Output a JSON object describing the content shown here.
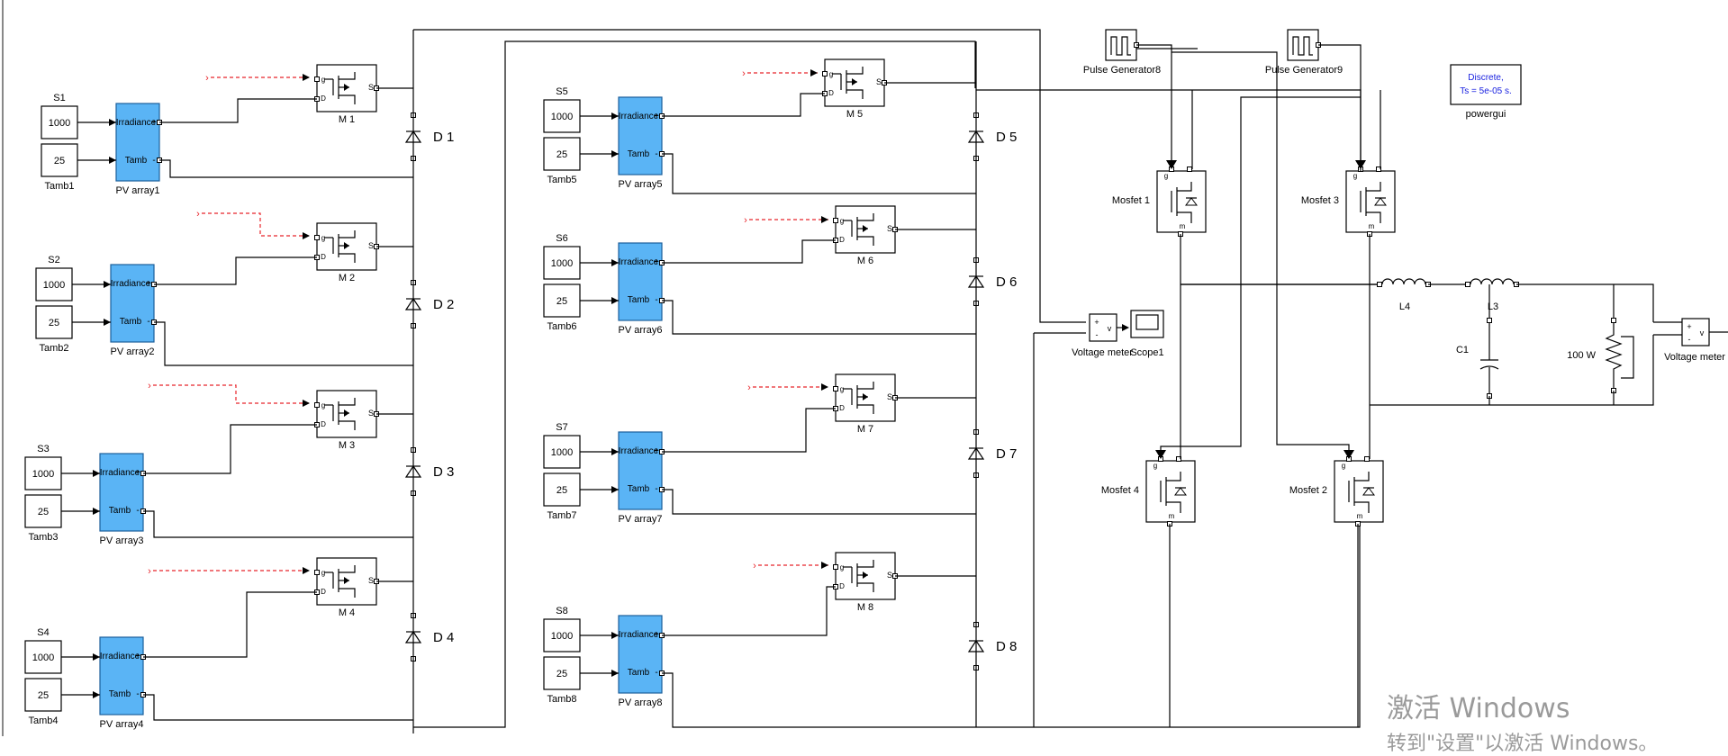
{
  "pv_units": [
    {
      "source": "S1",
      "irr": "1000",
      "temp": "25",
      "tamb": "Tamb1",
      "pv": "PV array1",
      "mosfet": "M 1",
      "diode": "D 1"
    },
    {
      "source": "S2",
      "irr": "1000",
      "temp": "25",
      "tamb": "Tamb2",
      "pv": "PV array2",
      "mosfet": "M 2",
      "diode": "D 2"
    },
    {
      "source": "S3",
      "irr": "1000",
      "temp": "25",
      "tamb": "Tamb3",
      "pv": "PV array3",
      "mosfet": "M 3",
      "diode": "D 3"
    },
    {
      "source": "S4",
      "irr": "1000",
      "temp": "25",
      "tamb": "Tamb4",
      "pv": "PV array4",
      "mosfet": "M 4",
      "diode": "D 4"
    },
    {
      "source": "S5",
      "irr": "1000",
      "temp": "25",
      "tamb": "Tamb5",
      "pv": "PV array5",
      "mosfet": "M 5",
      "diode": "D 5"
    },
    {
      "source": "S6",
      "irr": "1000",
      "temp": "25",
      "tamb": "Tamb6",
      "pv": "PV array6",
      "mosfet": "M 6",
      "diode": "D 6"
    },
    {
      "source": "S7",
      "irr": "1000",
      "temp": "25",
      "tamb": "Tamb7",
      "pv": "PV array7",
      "mosfet": "M 7",
      "diode": "D 7"
    },
    {
      "source": "S8",
      "irr": "1000",
      "temp": "25",
      "tamb": "Tamb8",
      "pv": "PV array8",
      "mosfet": "M 8",
      "diode": "D 8"
    }
  ],
  "pv_ports": {
    "irr": "Irradiance",
    "temp": "Tamb",
    "plus": "+",
    "minus": "-"
  },
  "mos_ports": {
    "g": "g",
    "d": "D",
    "s": "S"
  },
  "pulse_generators": [
    "Pulse Generator8",
    "Pulse Generator9"
  ],
  "inverter_mosfets": [
    "Mosfet  1",
    "Mosfet  3",
    "Mosfet  4",
    "Mosfet  2"
  ],
  "inductors": [
    "L4",
    "L3"
  ],
  "capacitor": "C1",
  "load": "100 W",
  "voltmeters": [
    "Voltage meter",
    "Voltage meter"
  ],
  "scope": "Scope1",
  "powergui": {
    "line1": "Discrete,",
    "line2": "Ts = 5e-05 s.",
    "label": "powergui"
  },
  "watermark": {
    "line1": "激活 Windows",
    "line2": "转到\"设置\"以激活 Windows。"
  },
  "colors": {
    "pv_fill": "#5ab4f5",
    "line": "#000000",
    "signal": "#e8242a",
    "powergui_text": "#1a22e0"
  }
}
